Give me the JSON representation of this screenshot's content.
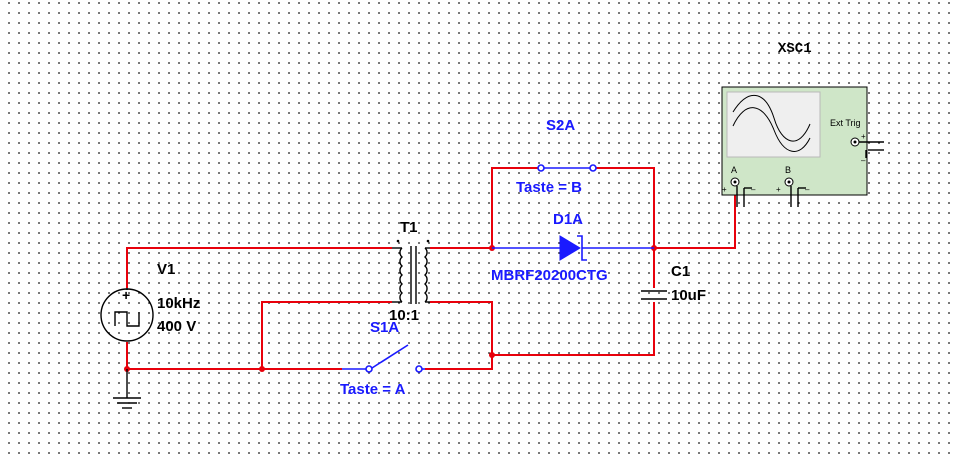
{
  "colors": {
    "wire": "#e8000b",
    "component_label": "#1a1aff",
    "scope_body": "#cfe6c8",
    "scope_screen": "#efefef"
  },
  "source": {
    "ref": "V1",
    "frequency": "10kHz",
    "voltage": "400 V",
    "icon": "square-wave-source-icon"
  },
  "transformer": {
    "ref": "T1",
    "ratio": "10:1"
  },
  "switch_s1": {
    "ref": "S1A",
    "key": "Taste = A"
  },
  "switch_s2": {
    "ref": "S2A",
    "key": "Taste = B"
  },
  "diode": {
    "ref": "D1A",
    "part": "MBRF20200CTG"
  },
  "capacitor": {
    "ref": "C1",
    "value": "10uF"
  },
  "oscilloscope": {
    "ref": "XSC1",
    "ext_trig_label": "Ext Trig",
    "channel_a": "A",
    "channel_b": "B",
    "plus": "+",
    "minus": "–"
  },
  "ground": {
    "icon": "ground-icon"
  }
}
